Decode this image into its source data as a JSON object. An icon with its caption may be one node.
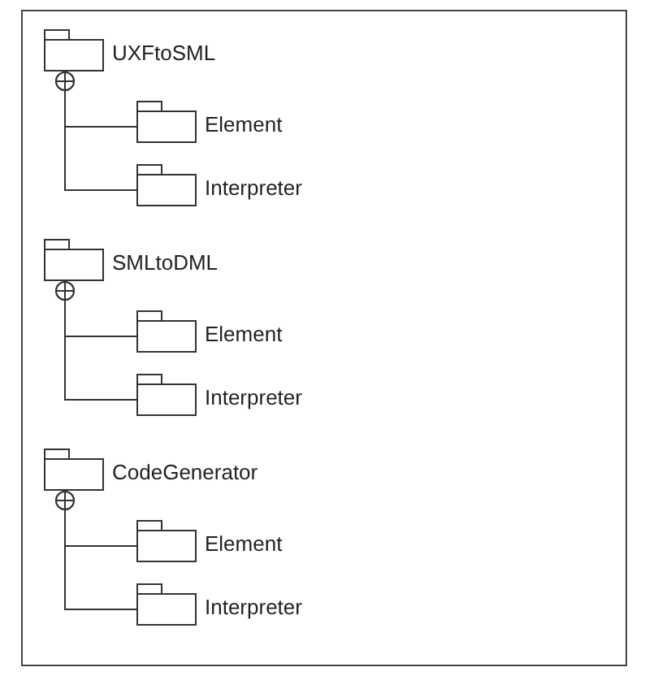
{
  "diagram": {
    "nodes": [
      {
        "text": [
          "UXFtoSML"
        ]
      },
      {
        "text": [
          "Element"
        ]
      },
      {
        "text": [
          "Interpreter"
        ]
      },
      {
        "text": [
          "SMLtoDML"
        ]
      },
      {
        "text": [
          "Element"
        ]
      },
      {
        "text": [
          "Interpreter"
        ]
      },
      {
        "text": [
          "CodeGenerator"
        ]
      },
      {
        "text": [
          "Element"
        ]
      },
      {
        "text": [
          "Interpreter"
        ]
      }
    ],
    "edges": [
      {
        "from": 0,
        "to": 1,
        "arrow": "other"
      },
      {
        "from": 0,
        "to": 2,
        "arrow": "other"
      },
      {
        "from": 3,
        "to": 4,
        "arrow": "other"
      },
      {
        "from": 3,
        "to": 5,
        "arrow": "other"
      },
      {
        "from": 6,
        "to": 7,
        "arrow": "other"
      },
      {
        "from": 6,
        "to": 8,
        "arrow": "other"
      }
    ]
  }
}
